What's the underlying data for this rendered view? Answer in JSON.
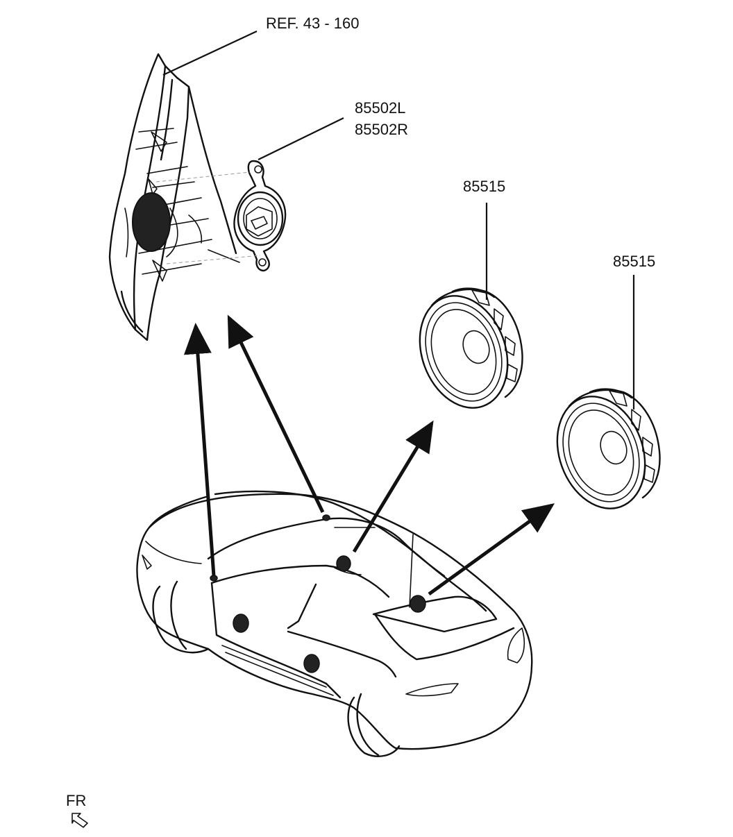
{
  "labels": {
    "ref": "REF. 43 - 160",
    "tweeter_left": "85502L",
    "tweeter_right": "85502R",
    "speaker_front": "85515",
    "speaker_rear": "85515",
    "front_direction": "FR"
  },
  "colors": {
    "line": "#111111",
    "background": "#ffffff",
    "dark_fill": "#222222"
  },
  "icons": [
    "front-direction-arrow-icon"
  ]
}
